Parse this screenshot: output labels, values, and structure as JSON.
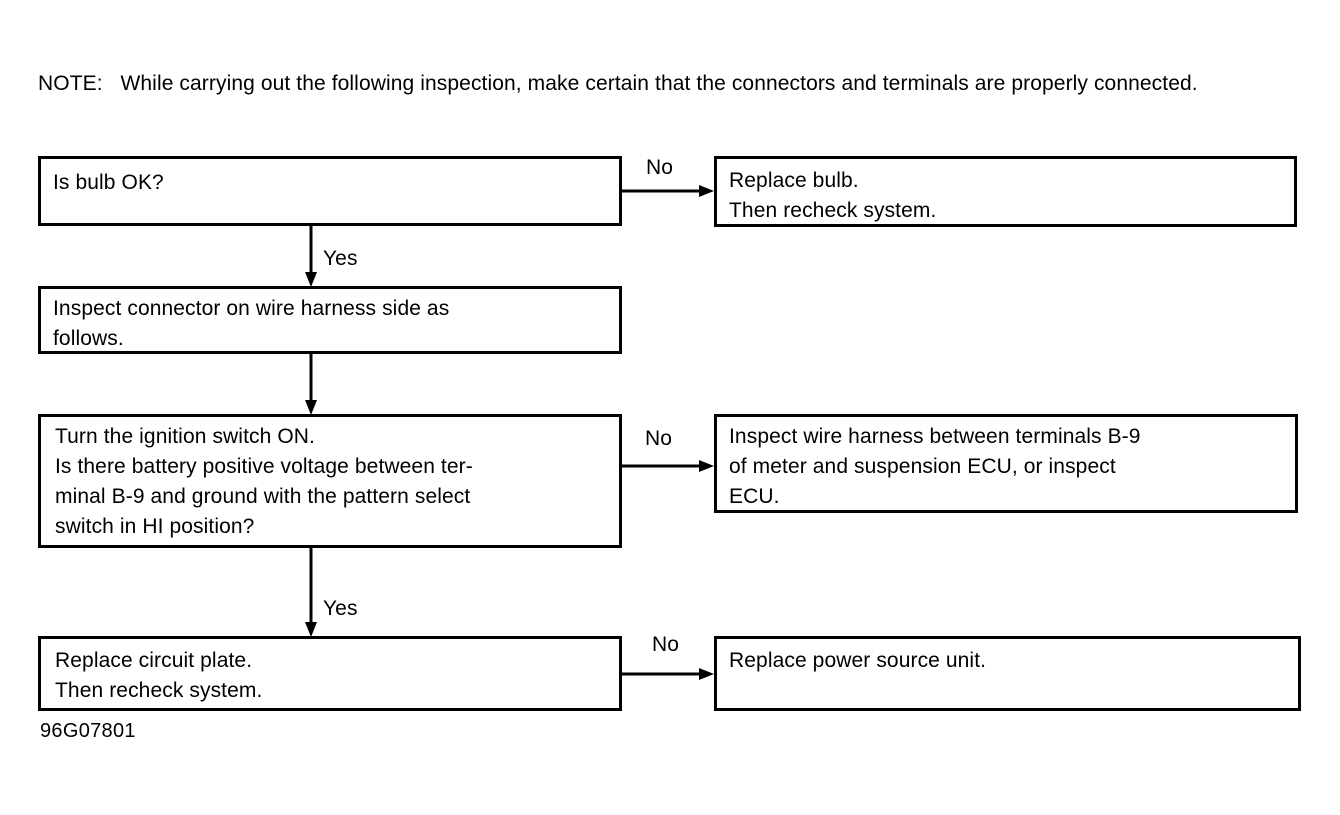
{
  "note": {
    "label": "NOTE:",
    "text": "NOTE:   While carrying out the following inspection, make certain that the connectors and terminals are properly connected."
  },
  "figure_code": "96G07801",
  "flowchart": {
    "type": "flowchart",
    "nodes": [
      {
        "id": "bulb",
        "text": "Is bulb OK?"
      },
      {
        "id": "replace-bulb",
        "text": "Replace bulb.\nThen recheck system."
      },
      {
        "id": "inspect-con",
        "text": "Inspect connector on wire harness side as\nfollows."
      },
      {
        "id": "ignition",
        "text": "Turn the ignition switch ON.\nIs there battery positive voltage between ter-\nminal B-9 and ground with the pattern select\nswitch in HI position?"
      },
      {
        "id": "inspect-wh",
        "text": "Inspect wire harness between terminals B-9\nof meter and suspension ECU, or inspect\nECU."
      },
      {
        "id": "circuit",
        "text": "Replace circuit plate.\nThen recheck system."
      },
      {
        "id": "power",
        "text": "Replace power source unit."
      }
    ],
    "edges": [
      {
        "from": "bulb",
        "to": "replace-bulb",
        "label": "No"
      },
      {
        "from": "bulb",
        "to": "inspect-con",
        "label": "Yes"
      },
      {
        "from": "inspect-con",
        "to": "ignition",
        "label": ""
      },
      {
        "from": "ignition",
        "to": "inspect-wh",
        "label": "No"
      },
      {
        "from": "ignition",
        "to": "circuit",
        "label": "Yes"
      },
      {
        "from": "circuit",
        "to": "power",
        "label": "No"
      }
    ]
  },
  "colors": {
    "background": "#ffffff",
    "ink": "#000000"
  }
}
